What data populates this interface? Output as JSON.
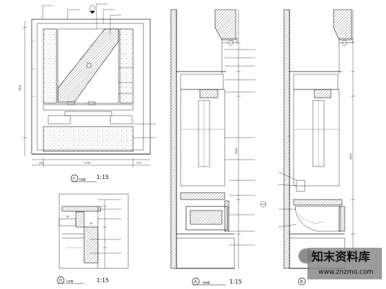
{
  "watermark": {
    "brand": "知末资料库",
    "url": "www.znzmo.com"
  },
  "views": {
    "c_front": {
      "label": "立面图",
      "scale": "1:15",
      "bubble": "C"
    },
    "d_detail": {
      "label": "大样图",
      "scale": "1:15",
      "bubble": "D"
    },
    "a_section": {
      "label": "剖面图",
      "scale": "1:15",
      "bubble": "A"
    },
    "b_section": {
      "bubble": "B"
    }
  },
  "dimensions": {
    "overall_height": "2800",
    "overall_width": "1700",
    "left_part": "150",
    "right_part": "150",
    "section_height": "2400",
    "section_height_b": "2600"
  }
}
